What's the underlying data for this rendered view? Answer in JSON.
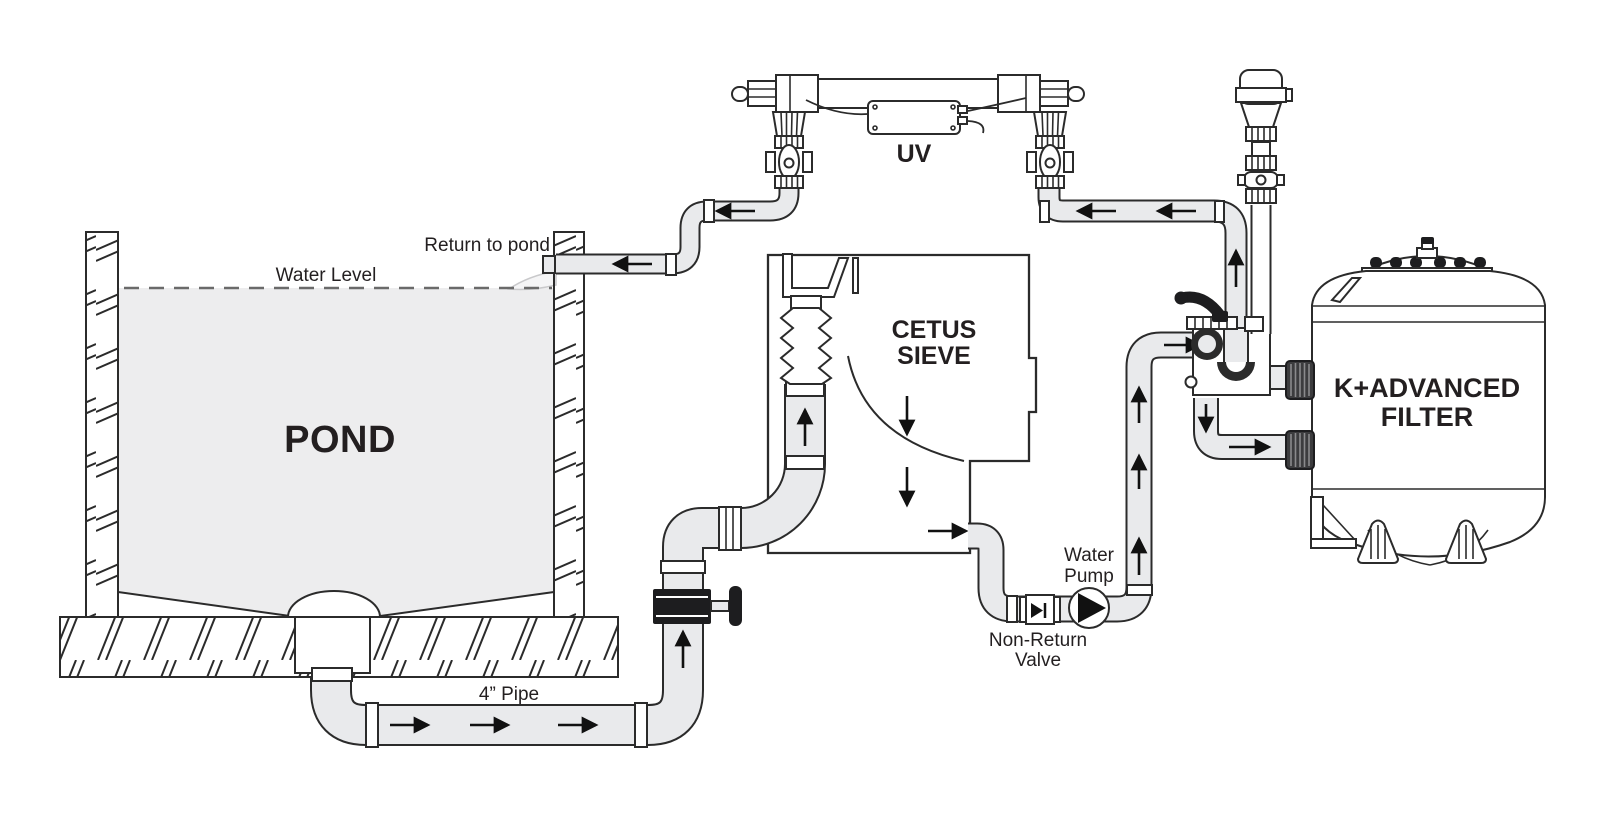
{
  "labels": {
    "pond": "POND",
    "water_level": "Water Level",
    "return_to_pond": "Return to pond",
    "pipe_size": "4” Pipe",
    "cetus_sieve": {
      "line1": "CETUS",
      "line2": "SIEVE"
    },
    "uv": "UV",
    "water_pump": {
      "line1": "Water",
      "line2": "Pump"
    },
    "non_return_valve": {
      "line1": "Non-Return",
      "line2": "Valve"
    },
    "k_advanced_filter": {
      "line1": "K+ADVANCED",
      "line2": "FILTER"
    }
  },
  "colors": {
    "line": "#2b2b2b",
    "pipe_fill": "#e9eaec",
    "water_fill": "#ededee",
    "arrow": "#111111",
    "valve_black": "#1d1d1f"
  }
}
